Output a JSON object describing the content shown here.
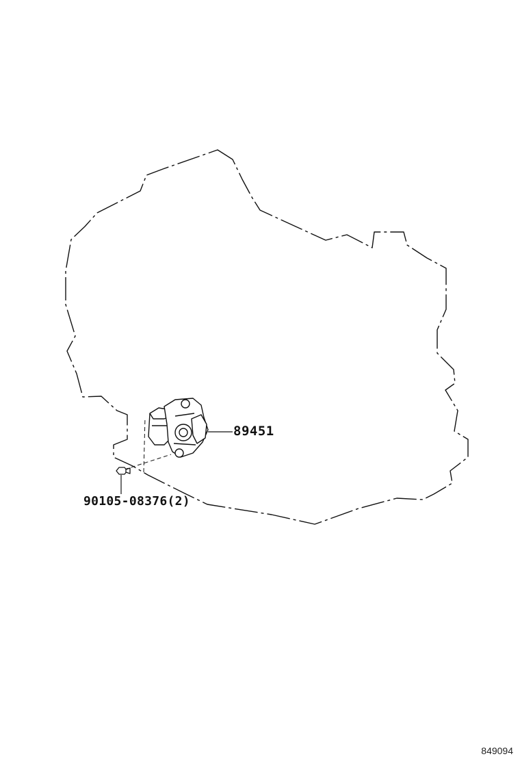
{
  "diagram": {
    "callouts": {
      "switch_part_number": "89451",
      "bolt_part_number": "90105-08376",
      "bolt_quantity": "(2)"
    },
    "reference_code": "849094",
    "line_color": "#111111",
    "background_color": "#ffffff"
  }
}
